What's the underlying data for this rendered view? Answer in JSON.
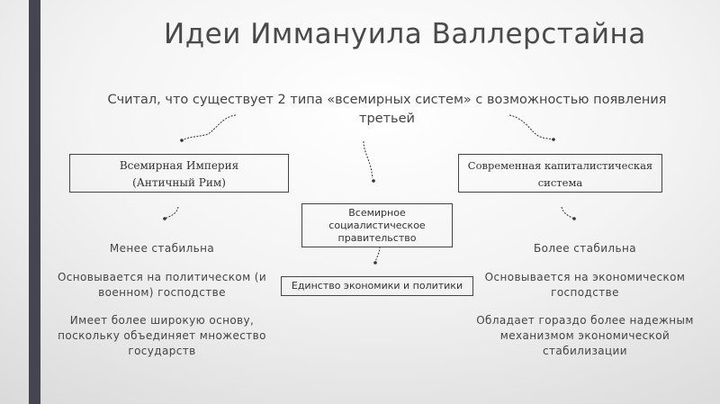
{
  "title": "Идеи Иммануила Валлерстайна",
  "subtitle": "Считал, что существует 2 типа «всемирных систем» с возможностью появления третьей",
  "left": {
    "box_line1": "Всемирная Империя",
    "box_line2": "(Античный Рим)",
    "points": [
      "Менее стабильна",
      "Основывается на политическом (и военном) господстве",
      "Имеет более широкую основу, поскольку объединяет множество государств"
    ]
  },
  "center": {
    "box_line1": "Всемирное",
    "box_line2": "социалистическое",
    "box_line3": "правительство",
    "result": "Единство экономики и политики"
  },
  "right": {
    "box_line1": "Современная капиталистическая",
    "box_line2": "система",
    "points": [
      "Более стабильна",
      "Основывается на экономическом господстве",
      "Обладает гораздо более надежным механизмом экономической стабилизации"
    ]
  }
}
